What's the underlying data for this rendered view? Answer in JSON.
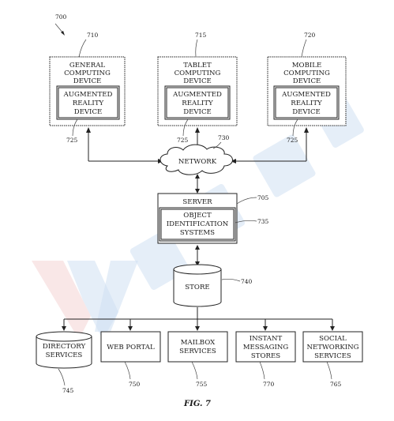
{
  "figure_ref": "700",
  "caption": "FIG. 7",
  "devices": [
    {
      "ref": "710",
      "line1": "GENERAL",
      "line2": "COMPUTING",
      "line3": "DEVICE",
      "ar_ref": "725",
      "ar1": "AUGMENTED",
      "ar2": "REALITY",
      "ar3": "DEVICE"
    },
    {
      "ref": "715",
      "line1": "TABLET",
      "line2": "COMPUTING",
      "line3": "DEVICE",
      "ar_ref": "725",
      "ar1": "AUGMENTED",
      "ar2": "REALITY",
      "ar3": "DEVICE"
    },
    {
      "ref": "720",
      "line1": "MOBILE",
      "line2": "COMPUTING",
      "line3": "DEVICE",
      "ar_ref": "725",
      "ar1": "AUGMENTED",
      "ar2": "REALITY",
      "ar3": "DEVICE"
    }
  ],
  "network": {
    "ref": "730",
    "label": "NETWORK"
  },
  "server": {
    "ref": "705",
    "label": "SERVER",
    "ois_ref": "735",
    "ois1": "OBJECT",
    "ois2": "IDENTIFICATION",
    "ois3": "SYSTEMS"
  },
  "store": {
    "ref": "740",
    "label": "STORE"
  },
  "services": [
    {
      "ref": "745",
      "line1": "DIRECTORY",
      "line2": "SERVICES"
    },
    {
      "ref": "750",
      "line1": "WEB PORTAL",
      "line2": ""
    },
    {
      "ref": "755",
      "line1": "MAILBOX",
      "line2": "SERVICES"
    },
    {
      "ref": "770",
      "line1": "INSTANT",
      "line2": "MESSAGING",
      "line3": "STORES"
    },
    {
      "ref": "765",
      "line1": "SOCIAL",
      "line2": "NETWORKING",
      "line3": "SERVICES"
    }
  ]
}
